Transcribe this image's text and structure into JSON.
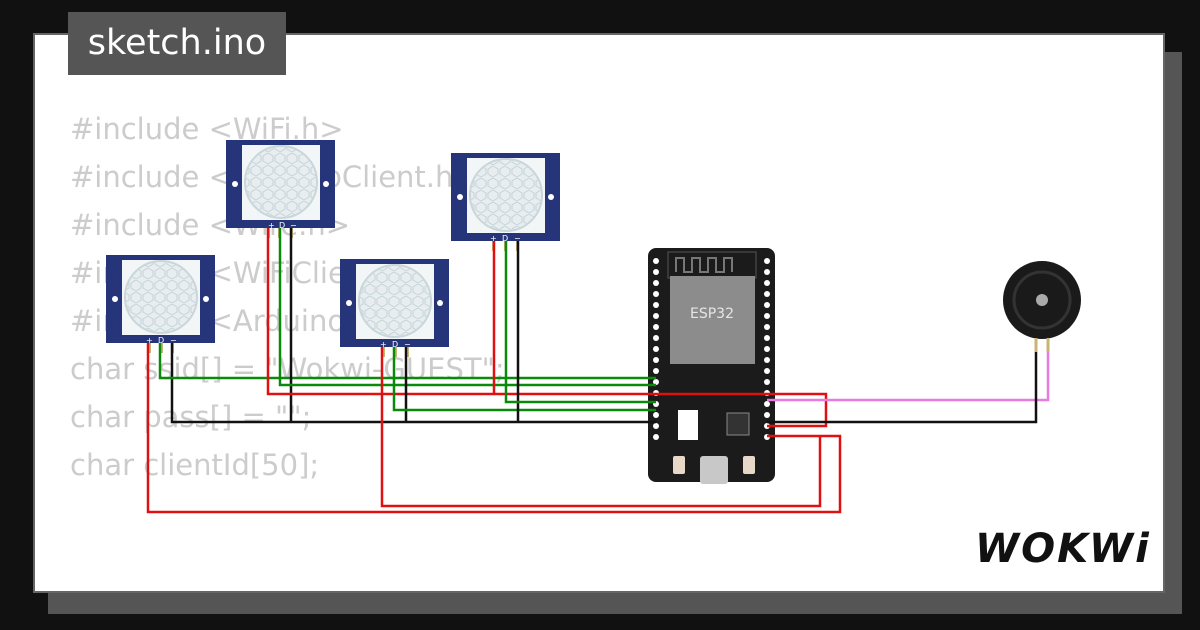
{
  "tab": {
    "label": "sketch.ino"
  },
  "code": {
    "lines": [
      "#include <WiFi.h>",
      "#include <PubSubClient.h>",
      "#include <Wire.h>",
      "#include <WiFiClient.h>",
      "#include <Arduino.h>",
      "",
      "char ssid[] = \"Wokwi-GUEST\";",
      "char pass[] = \"\";",
      "",
      "char clientId[50];"
    ]
  },
  "board": {
    "label": "ESP32"
  },
  "pir": {
    "pin_labels": [
      "+",
      "D",
      "−"
    ]
  },
  "brand": {
    "logo": "WOKWi"
  },
  "colors": {
    "wire_data": "#0a8a0a",
    "wire_power": "#e01010",
    "wire_ground": "#111111",
    "wire_signal": "#e87ae0",
    "pir_body": "#26357a",
    "board_body": "#1b1b1b"
  }
}
